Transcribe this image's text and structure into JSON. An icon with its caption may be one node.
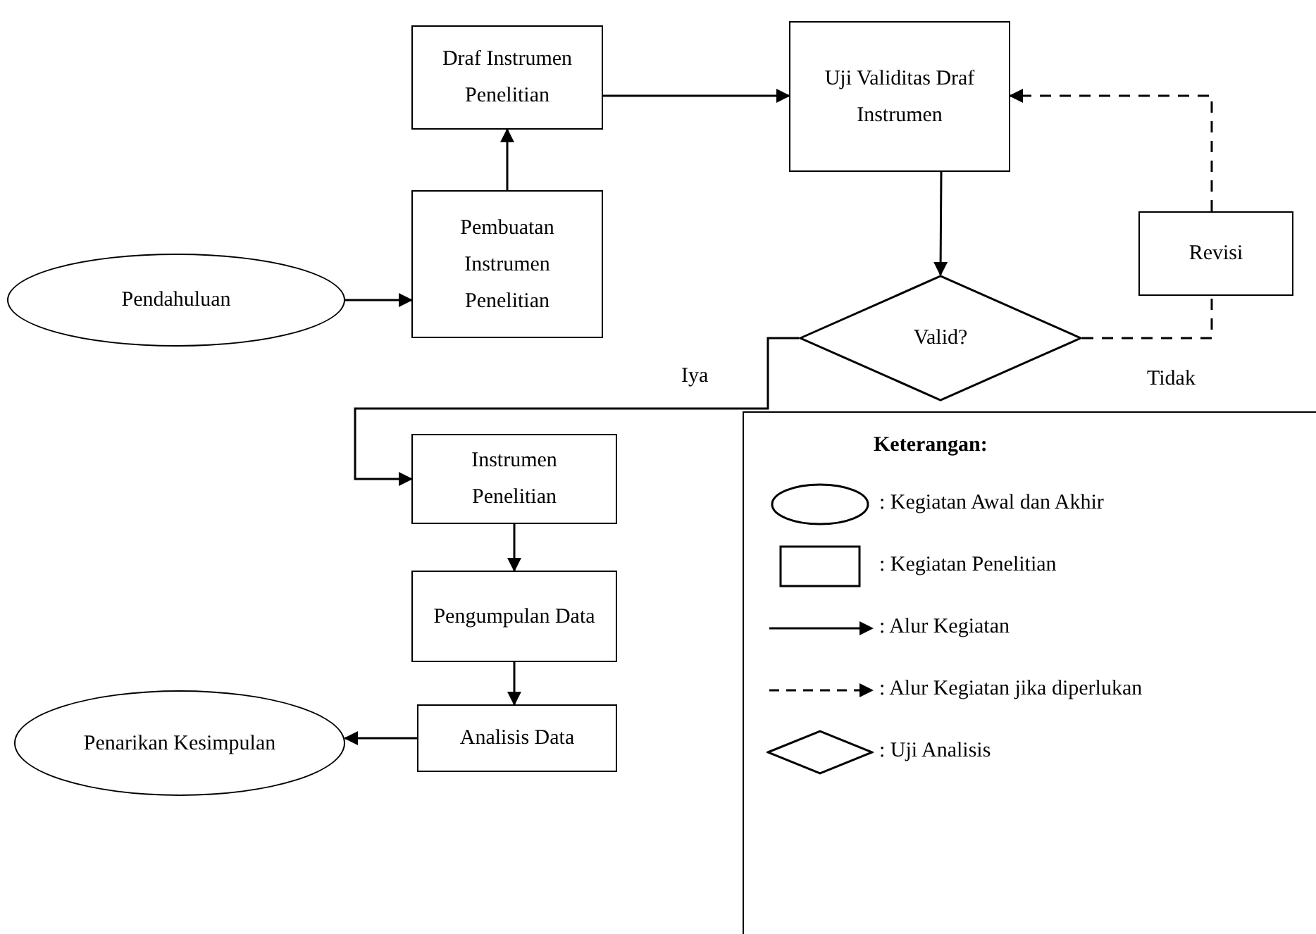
{
  "diagram": {
    "nodes": [
      {
        "text": [
          "Pendahuluan"
        ]
      },
      {
        "text": [
          "Pembuatan Instrumen Penelitian"
        ]
      },
      {
        "text": [
          "Draf Instrumen Penelitian"
        ]
      },
      {
        "text": [
          "Uji Validitas Draf Instrumen"
        ]
      },
      {
        "text": [
          "Valid?"
        ]
      },
      {
        "text": [
          "Revisi"
        ]
      },
      {
        "text": [
          "Instrumen Penelitian"
        ]
      },
      {
        "text": [
          "Pengumpulan Data"
        ]
      },
      {
        "text": [
          "Analisis Data"
        ]
      },
      {
        "text": [
          "Penarikan Kesimpulan"
        ]
      }
    ],
    "edges": [
      {
        "from": 0,
        "to": 1,
        "arrow": "to"
      },
      {
        "from": 1,
        "to": 2,
        "arrow": "to"
      },
      {
        "from": 2,
        "to": 3,
        "arrow": "to"
      },
      {
        "from": 3,
        "to": 4,
        "arrow": "to"
      },
      {
        "from": 4,
        "to": 5,
        "arrow": "none",
        "label": "Tidak",
        "style": "dashed"
      },
      {
        "from": 5,
        "to": 3,
        "arrow": "to",
        "style": "dashed"
      },
      {
        "from": 4,
        "to": 6,
        "arrow": "to",
        "label": "Iya"
      },
      {
        "from": 6,
        "to": 7,
        "arrow": "to"
      },
      {
        "from": 7,
        "to": 8,
        "arrow": "to"
      },
      {
        "from": 8,
        "to": 9,
        "arrow": "to"
      }
    ],
    "labels": [
      "Keterangan:"
    ],
    "legend": [
      {
        "text": ": Kegiatan Awal dan Akhir"
      },
      {
        "text": ": Kegiatan Penelitian"
      },
      {
        "text": ": Alur Kegiatan"
      },
      {
        "text": ": Alur Kegiatan jika diperlukan"
      },
      {
        "text": ": Uji Analisis"
      }
    ]
  }
}
